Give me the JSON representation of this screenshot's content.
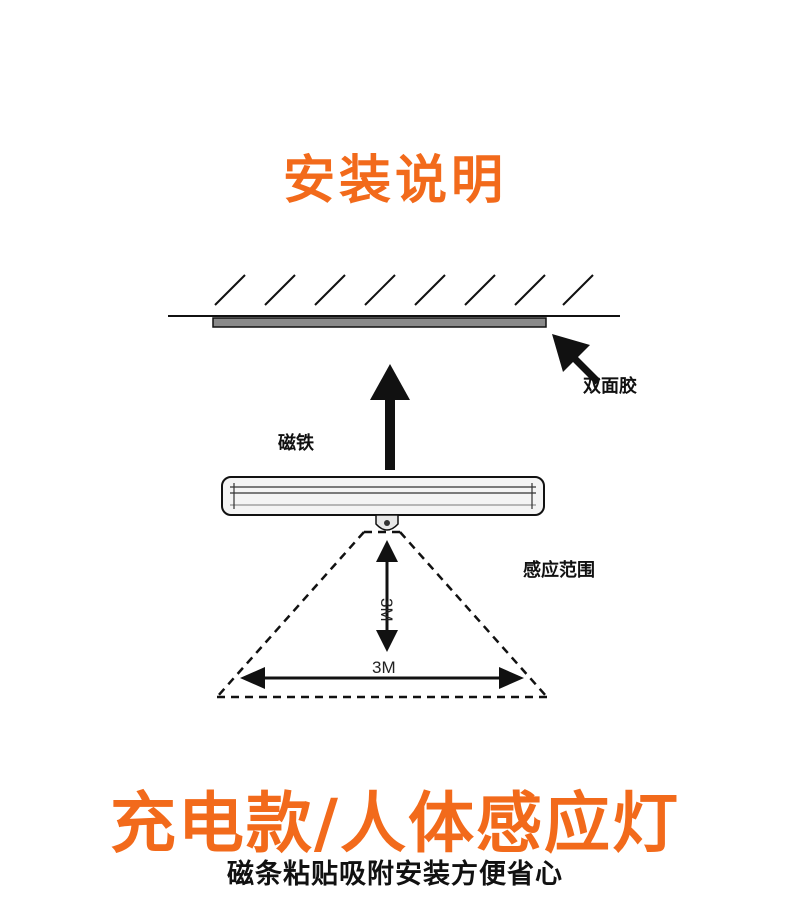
{
  "colors": {
    "accent": "#f26a1b",
    "line": "#111111"
  },
  "header": {
    "title": "安装说明"
  },
  "diagram": {
    "labels": {
      "adhesive": "双面胶",
      "magnet": "磁铁",
      "sensing_range": "感应范围",
      "vertical_distance": "3M",
      "horizontal_distance": "3M"
    }
  },
  "footer": {
    "title": "充电款/人体感应灯",
    "subtitle": "磁条粘贴吸附安装方便省心"
  }
}
